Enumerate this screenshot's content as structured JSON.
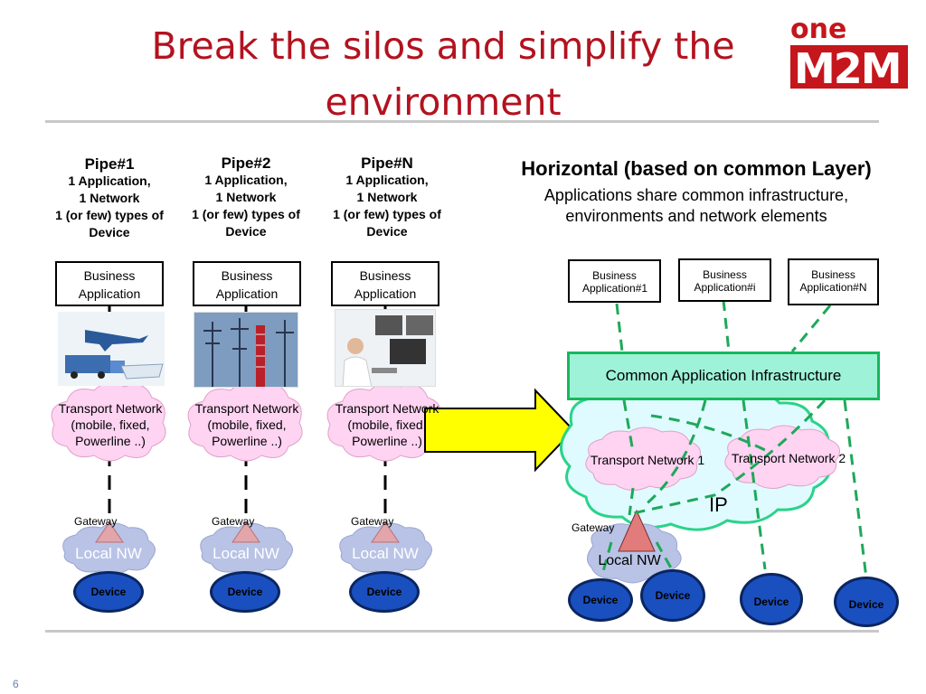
{
  "title": "Break the silos and simplify the environment",
  "logo": {
    "top": "one",
    "bottom": "M2M"
  },
  "pipes": [
    {
      "name": "Pipe#1",
      "line1": "1 Application,",
      "line2": "1 Network",
      "line3": "1 (or few) types of",
      "line4": "Device",
      "app": "Business Application",
      "transport": "Transport Network (mobile, fixed, Powerline ..)",
      "gateway": "Gateway",
      "local": "Local NW",
      "device": "Device",
      "picture": "transport-vehicles-image"
    },
    {
      "name": "Pipe#2",
      "line1": "1 Application,",
      "line2": "1 Network",
      "line3": "1 (or few) types of",
      "line4": "Device",
      "app": "Business Application",
      "transport": "Transport Network (mobile, fixed, Powerline ..)",
      "gateway": "Gateway",
      "local": "Local NW",
      "device": "Device",
      "picture": "power-grid-image"
    },
    {
      "name": "Pipe#N",
      "line1": "1 Application,",
      "line2": "1 Network",
      "line3": "1 (or few) types of",
      "line4": "Device",
      "app": "Business Application",
      "transport": "Transport Network (mobile, fixed, Powerline ..)",
      "gateway": "Gateway",
      "local": "Local NW",
      "device": "Device",
      "picture": "healthcare-image"
    }
  ],
  "horizontal": {
    "title": "Horizontal (based on common Layer)",
    "subtitle_line1": "Applications share common infrastructure,",
    "subtitle_line2": "environments and network elements",
    "apps": [
      "Business Application#1",
      "Business Application#i",
      "Business Application#N"
    ],
    "infrastructure": "Common Application Infrastructure",
    "transport1": "Transport Network 1",
    "transport2": "Transport Network 2",
    "ip": "IP",
    "gateway": "Gateway",
    "local": "Local NW",
    "devices": [
      "Device",
      "Device",
      "Device",
      "Device"
    ]
  },
  "page_number": "6",
  "colors": {
    "title": "#b3121f",
    "cloud_pink": "#ffd3f2",
    "cloud_teal": "#dffbff",
    "infra_fill": "#9ef2d7",
    "infra_border": "#16b85c",
    "device_fill": "#1a4fbf",
    "arrow_fill": "#ffff00",
    "dashed_green": "#1fa85a"
  }
}
